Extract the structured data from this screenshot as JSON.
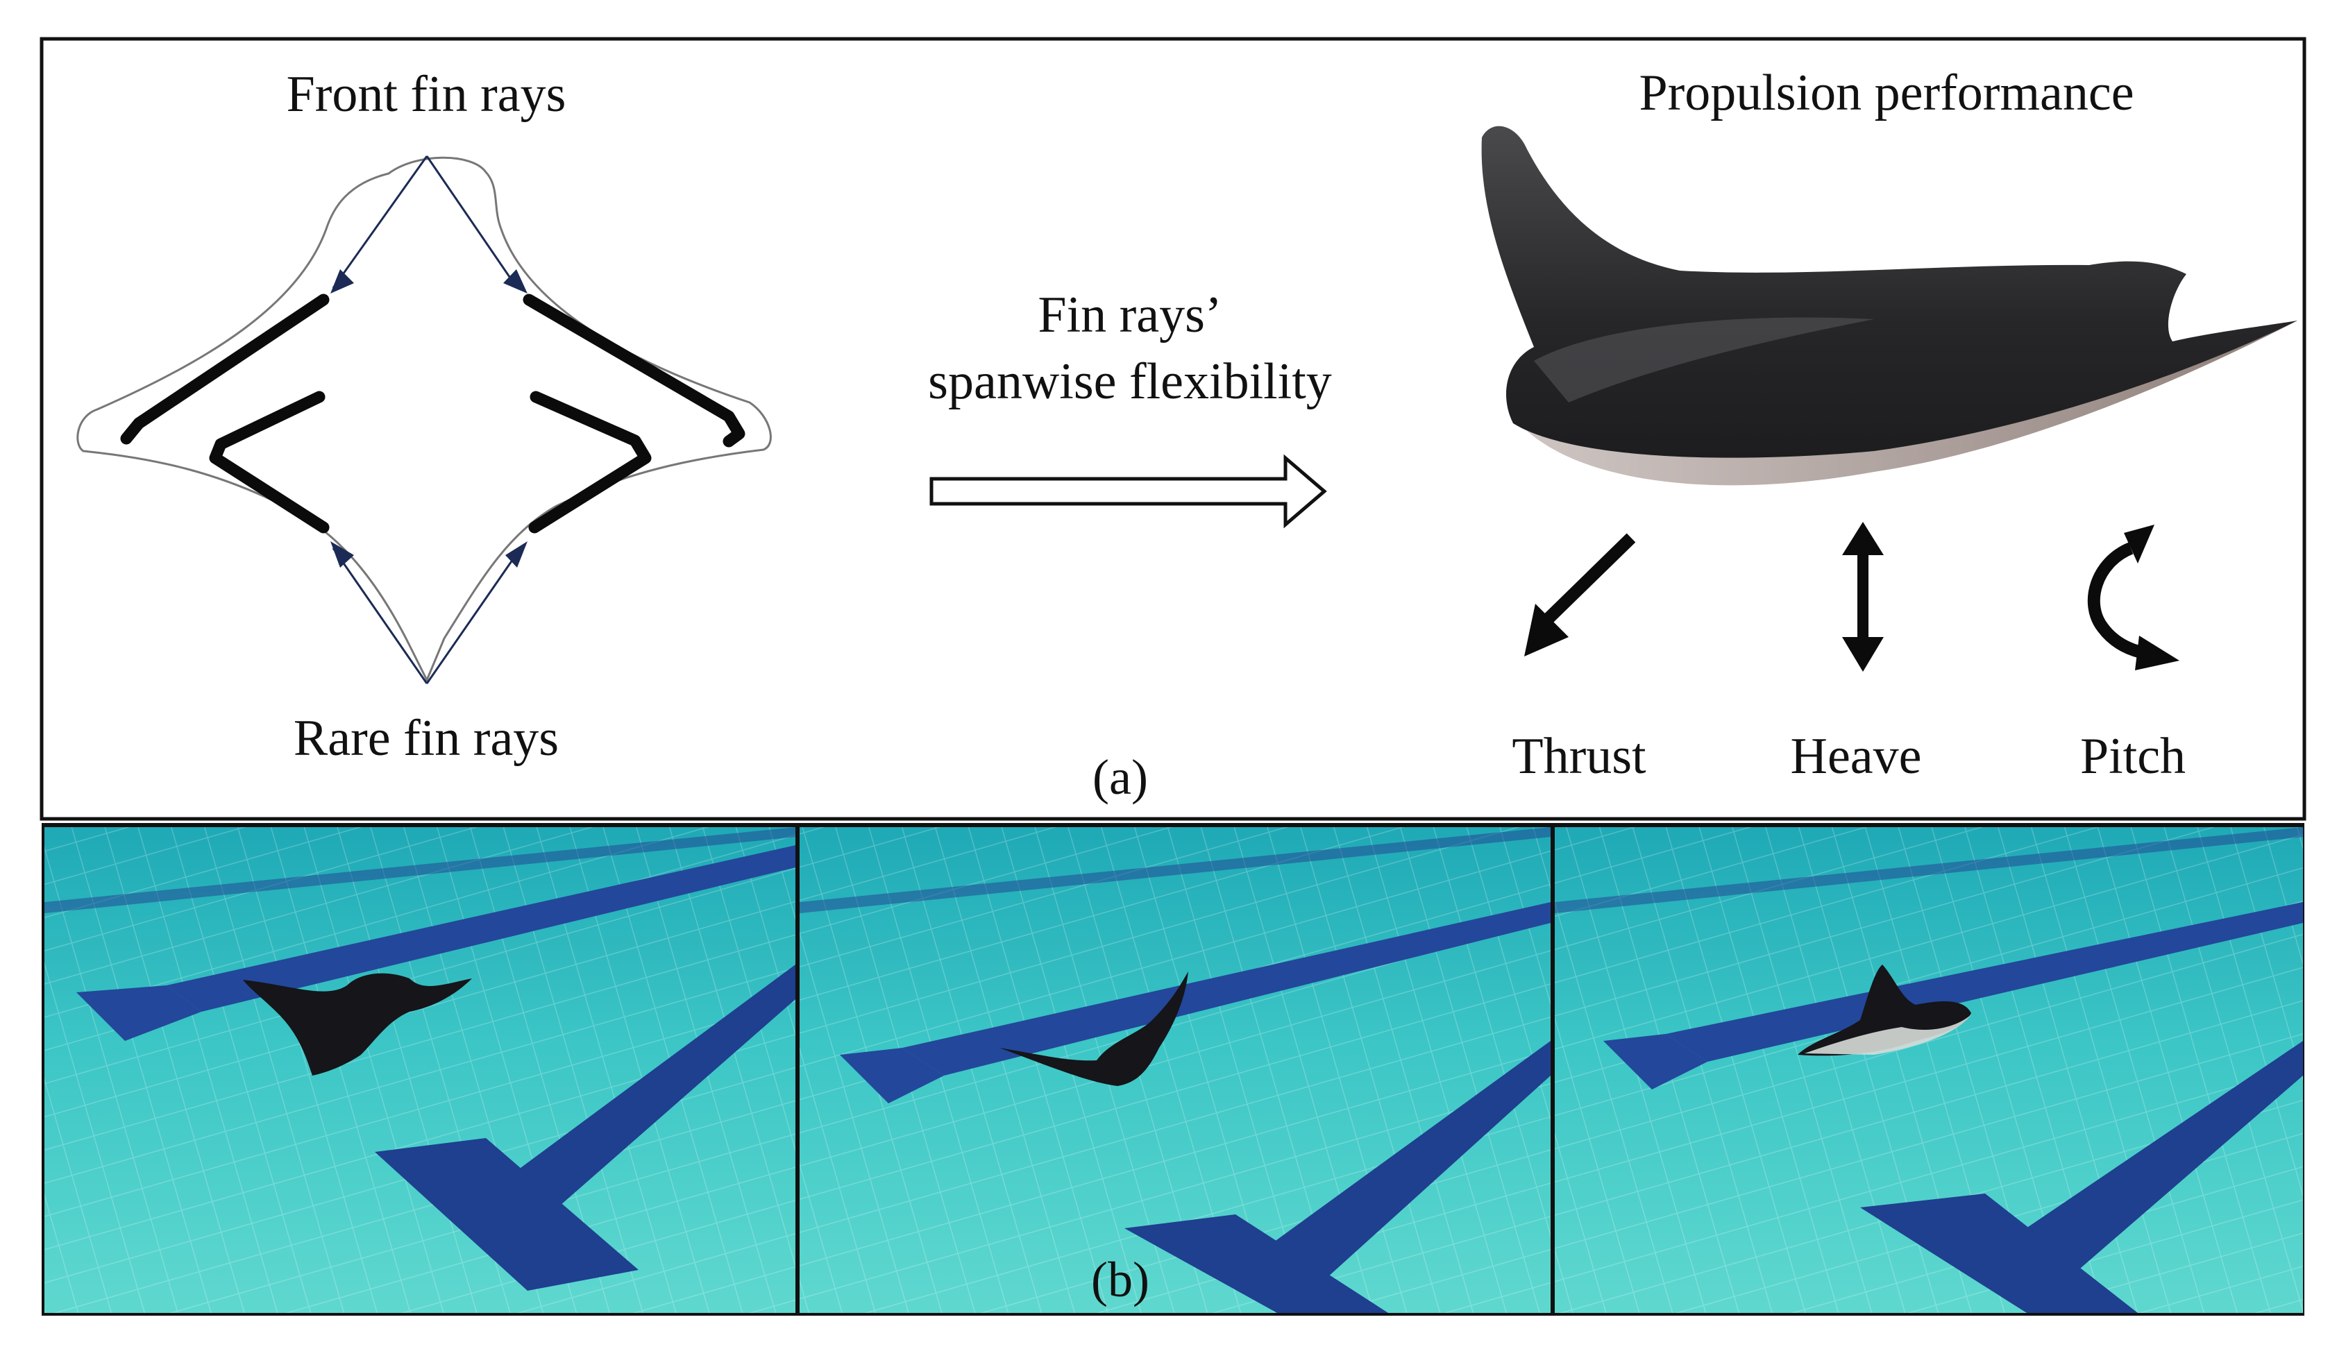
{
  "panel_a": {
    "front_label": "Front fin rays",
    "rare_label": "Rare fin rays",
    "middle_line1": "Fin rays’",
    "middle_line2": "spanwise flexibility",
    "propulsion_title": "Propulsion performance",
    "motions": [
      "Thrust",
      "Heave",
      "Pitch"
    ],
    "caption": "(a)"
  },
  "panel_b": {
    "caption": "(b)"
  },
  "colors": {
    "frame": "#111111",
    "fin_ray": "#0b0b0b",
    "marker": "#1c2b55",
    "robot_body": "#2f2f31",
    "robot_belly": "#b7aaa6",
    "pool_water": "#34c2c4",
    "pool_lane": "#1f3f8f"
  }
}
